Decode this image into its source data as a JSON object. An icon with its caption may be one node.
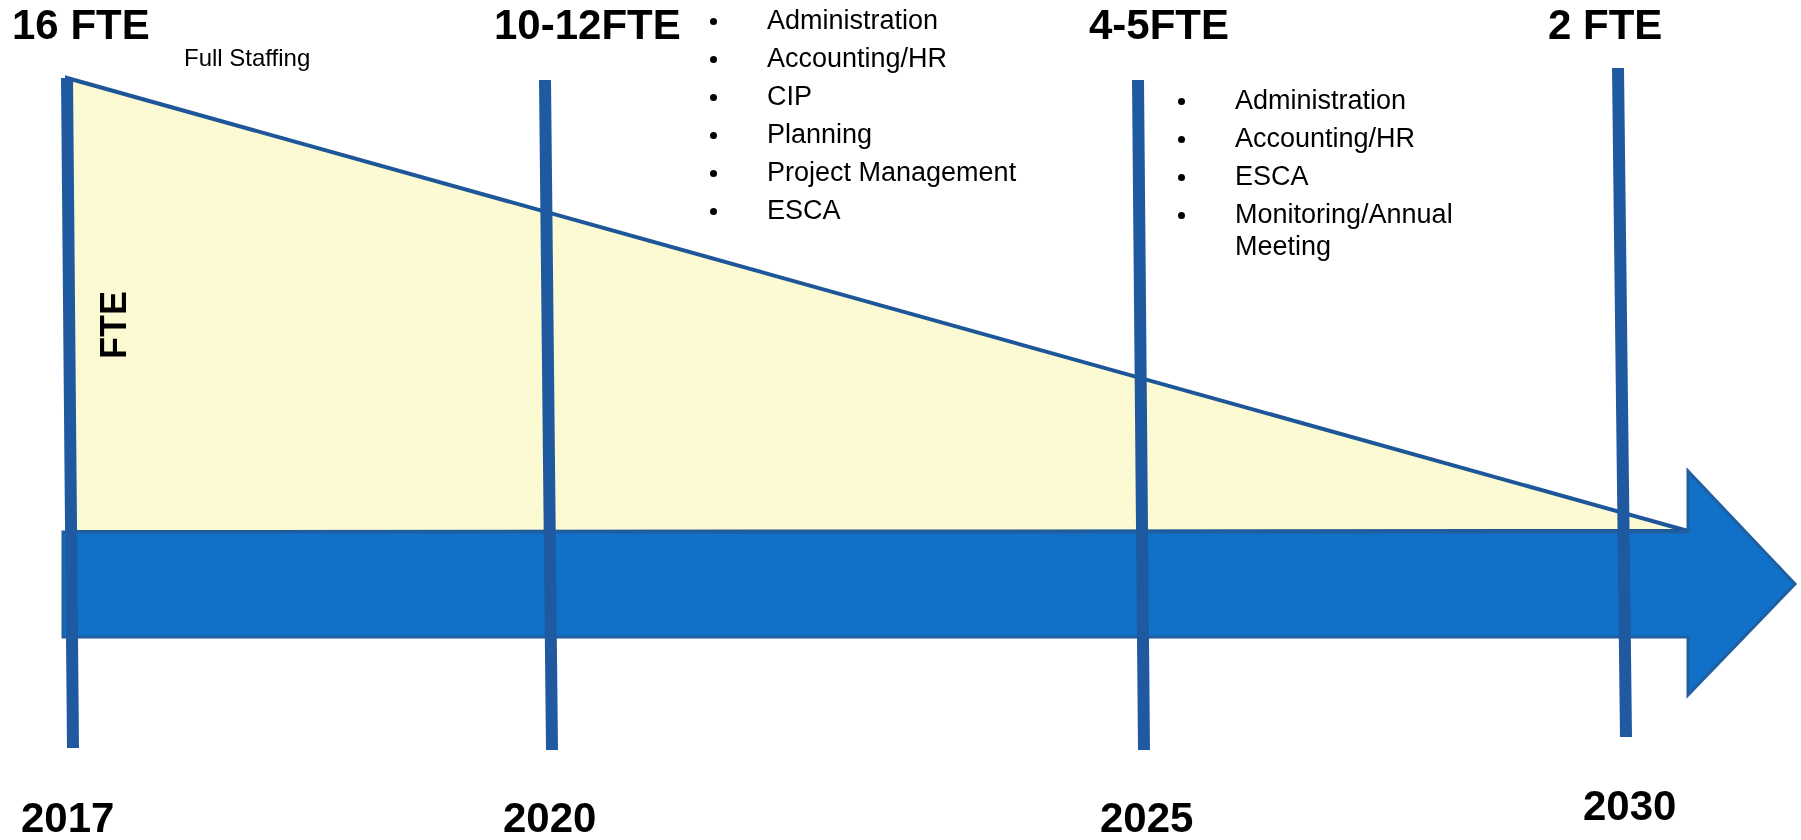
{
  "diagram": {
    "labels": [
      "16 FTE",
      "Full Staffing",
      "10-12FTE",
      "Administration",
      "Accounting/HR",
      "CIP",
      "Planning",
      "Project Management",
      "ESCA",
      "4-5FTE",
      "2 FTE",
      "Administration",
      "Accounting/HR",
      "ESCA",
      "Monitoring/Annual Meeting",
      "FTE",
      "2017",
      "2020",
      "2025",
      "2030"
    ]
  }
}
